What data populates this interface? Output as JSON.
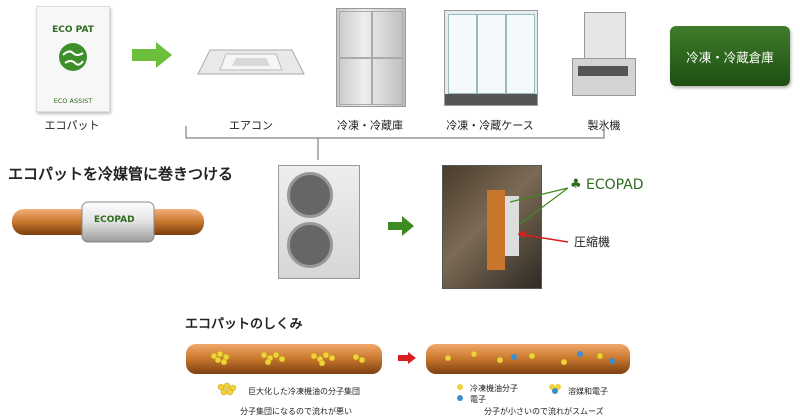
{
  "top": {
    "ecopat_label": "エコパット",
    "ecopat_card_title": "ECO PAT",
    "ecopat_card_brand": "ECO ASSIST",
    "aircon_label": "エアコン",
    "fridge_label": "冷凍・冷蔵庫",
    "showcase_label": "冷凍・冷蔵ケース",
    "ice_label": "製氷機",
    "warehouse_label": "冷凍・冷蔵倉庫"
  },
  "middle": {
    "title": "エコパットを冷媒管に巻きつける",
    "pad_text": "ECOPAD",
    "photo_brand": "ECOPAD",
    "compressor_label": "圧縮機"
  },
  "bottom": {
    "title": "エコパットのしくみ",
    "left_legend": "巨大化した冷凍機油の分子集団",
    "left_caption": "分子集団になるので流れが悪い",
    "right_legend_oil": "冷凍機油分子",
    "right_legend_electron": "電子",
    "right_legend_refrigerant": "溶媒和電子",
    "right_caption": "分子が小さいので流れがスムーズ"
  },
  "colors": {
    "accent_green": "#2e6b1f",
    "copper": "#c8762c",
    "arrow_green": "#6bbf3a",
    "arrow_red": "#d81e1e"
  }
}
